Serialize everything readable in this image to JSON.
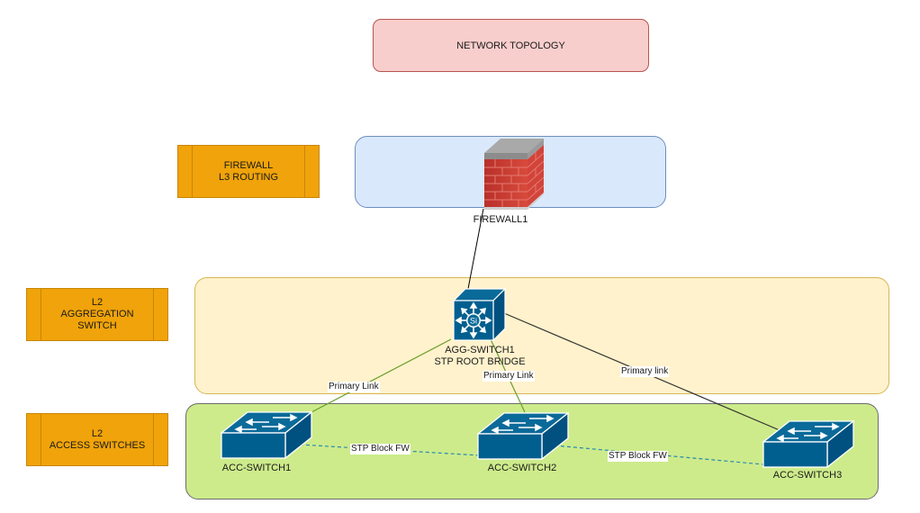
{
  "title": "NETWORK TOPOLOGY",
  "layers": [
    {
      "id": "firewall",
      "label": "FIREWALL\nL3 ROUTING"
    },
    {
      "id": "aggregation",
      "label": "L2\nAGGREGATION\nSWITCH"
    },
    {
      "id": "access",
      "label": "L2\nACCESS SWITCHES"
    }
  ],
  "nodes": {
    "firewall1": {
      "label": "FIREWALL1",
      "icon": "firewall-brick-wall-icon"
    },
    "agg_switch1": {
      "label": "AGG-SWITCH1\nSTP ROOT BRIDGE",
      "icon": "layer3-switch-icon",
      "icon_text": "Si"
    },
    "acc_switch1": {
      "label": "ACC-SWITCH1",
      "icon": "workgroup-switch-icon"
    },
    "acc_switch2": {
      "label": "ACC-SWITCH2",
      "icon": "workgroup-switch-icon"
    },
    "acc_switch3": {
      "label": "ACC-SWITCH3",
      "icon": "workgroup-switch-icon"
    }
  },
  "links": [
    {
      "from": "FIREWALL1",
      "to": "AGG-SWITCH1",
      "label": "",
      "style": "solid",
      "color": "#000000"
    },
    {
      "from": "AGG-SWITCH1",
      "to": "ACC-SWITCH1",
      "label": "Primary Link",
      "style": "solid",
      "color": "#6a9e2e"
    },
    {
      "from": "AGG-SWITCH1",
      "to": "ACC-SWITCH2",
      "label": "Primary Link",
      "style": "solid",
      "color": "#6a9e2e"
    },
    {
      "from": "AGG-SWITCH1",
      "to": "ACC-SWITCH3",
      "label": "Primary link",
      "style": "solid",
      "color": "#333333"
    },
    {
      "from": "ACC-SWITCH1",
      "to": "ACC-SWITCH2",
      "label": "STP Block FW",
      "style": "dashed",
      "color": "#2a8ab0"
    },
    {
      "from": "ACC-SWITCH2",
      "to": "ACC-SWITCH3",
      "label": "STP Block FW",
      "style": "dashed",
      "color": "#2a8ab0"
    }
  ],
  "colors": {
    "title_fill": "#f8cecc",
    "firewall_zone": "#dae8fc",
    "aggregation_zone": "#fff2cc",
    "access_zone": "#cdeb8b",
    "layer_label": "#f0a30a",
    "switch_blue": "#005f8f"
  }
}
